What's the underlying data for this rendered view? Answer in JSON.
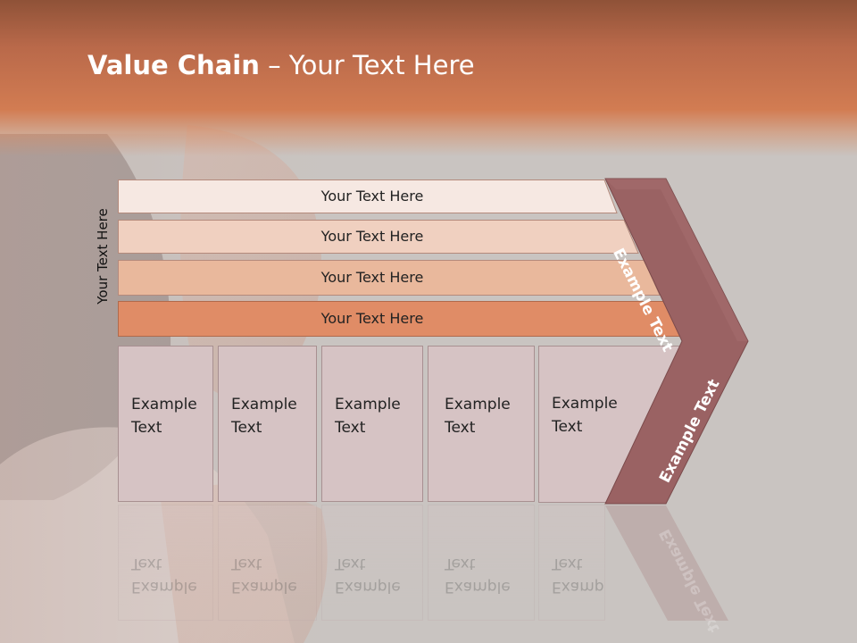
{
  "slide": {
    "title_bold": "Value Chain",
    "title_rest": " – Your Text Here",
    "side_label": "Your Text Here"
  },
  "bars": [
    {
      "label": "Your Text Here",
      "fill": "#f6e8e2"
    },
    {
      "label": "Your Text Here",
      "fill": "#f0d0c0"
    },
    {
      "label": "Your Text Here",
      "fill": "#e9b89c"
    },
    {
      "label": "Your Text Here",
      "fill": "#e08c66"
    }
  ],
  "columns": [
    {
      "line1": "Example",
      "line2": "Text"
    },
    {
      "line1": "Example",
      "line2": "Text"
    },
    {
      "line1": "Example",
      "line2": "Text"
    },
    {
      "line1": "Example",
      "line2": "Text"
    },
    {
      "line1": "Example",
      "line2": "Text"
    }
  ],
  "chevron": {
    "top_label": "Example Text",
    "bottom_label": "Example Text",
    "color": "#9a6263"
  }
}
